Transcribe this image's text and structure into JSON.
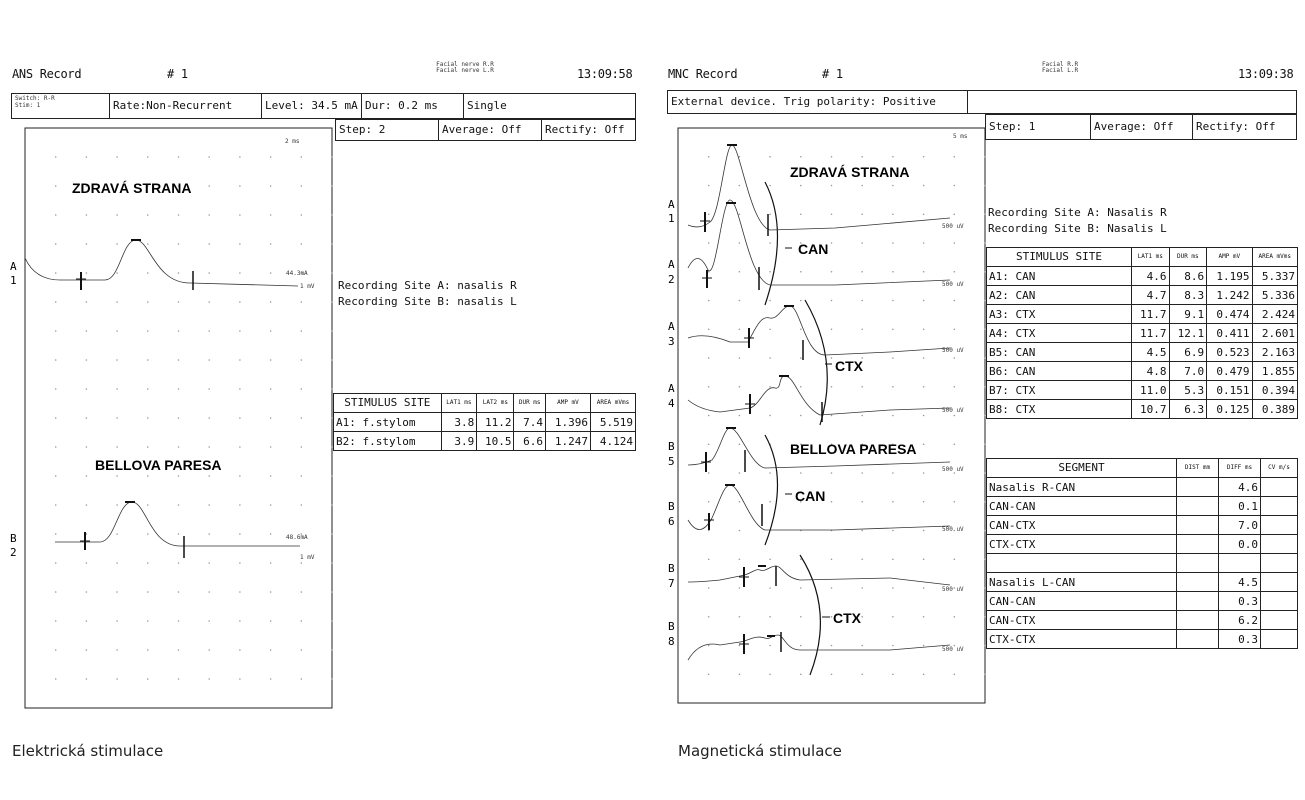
{
  "left": {
    "record_title": "ANS Record",
    "record_num": "# 1",
    "nerve_line1": "Facial nerve R.R",
    "nerve_line2": "Facial nerve L.R",
    "time": "13:09:58",
    "settings": {
      "switch_line1": "Switch: R-R",
      "switch_line2": "Stim: 1",
      "rate": "Rate:Non-Recurrent",
      "level": "Level: 34.5 mA",
      "dur": "Dur: 0.2 ms",
      "mode": "Single"
    },
    "step": "Step: 2",
    "average": "Average: Off",
    "rectify": "Rectify: Off",
    "timebase": "2 ms",
    "label_top": "ZDRAVÁ STRANA",
    "label_bottom": "BELLOVA PARESA",
    "trace_a_channel": "A",
    "trace_a_num": "1",
    "trace_a_gain1": "44.3mA",
    "trace_a_gain2": "1 mV",
    "trace_b_channel": "B",
    "trace_b_num": "2",
    "trace_b_gain1": "48.6mA",
    "trace_b_gain2": "1 mV",
    "recording_a": "Recording Site A: nasalis R",
    "recording_b": "Recording Site B: nasalis L",
    "table": {
      "headers": [
        "STIMULUS SITE",
        "LAT1 ms",
        "LAT2 ms",
        "DUR ms",
        "AMP mV",
        "AREA mVms"
      ],
      "rows": [
        [
          "A1: f.stylom",
          "3.8",
          "11.2",
          "7.4",
          "1.396",
          "5.519"
        ],
        [
          "B2: f.stylom",
          "3.9",
          "10.5",
          "6.6",
          "1.247",
          "4.124"
        ]
      ]
    },
    "caption": "Elektrická stimulace"
  },
  "right": {
    "record_title": "MNC Record",
    "record_num": "# 1",
    "nerve_line1": "Facial R.R",
    "nerve_line2": "Facial L.R",
    "time": "13:09:38",
    "settings": "External device. Trig polarity: Positive",
    "step": "Step: 1",
    "average": "Average: Off",
    "rectify": "Rectify: Off",
    "timebase": "5 ms",
    "label_top": "ZDRAVÁ STRANA",
    "label_bottom": "BELLOVA PARESA",
    "label_can": "CAN",
    "label_ctx": "CTX",
    "traces": [
      {
        "ch": "A",
        "num": "1",
        "gain": "500 uV"
      },
      {
        "ch": "A",
        "num": "2",
        "gain": "500 uV"
      },
      {
        "ch": "A",
        "num": "3",
        "gain": "500 uV"
      },
      {
        "ch": "A",
        "num": "4",
        "gain": "500 uV"
      },
      {
        "ch": "B",
        "num": "5",
        "gain": "500 uV"
      },
      {
        "ch": "B",
        "num": "6",
        "gain": "500 uV"
      },
      {
        "ch": "B",
        "num": "7",
        "gain": "500 uV"
      },
      {
        "ch": "B",
        "num": "8",
        "gain": "500 uV"
      }
    ],
    "recording_a": "Recording Site A: Nasalis R",
    "recording_b": "Recording Site B: Nasalis L",
    "table": {
      "headers": [
        "STIMULUS SITE",
        "LAT1 ms",
        "DUR ms",
        "AMP mV",
        "AREA mVms"
      ],
      "rows": [
        [
          "A1: CAN",
          "4.6",
          "8.6",
          "1.195",
          "5.337"
        ],
        [
          "A2: CAN",
          "4.7",
          "8.3",
          "1.242",
          "5.336"
        ],
        [
          "A3: CTX",
          "11.7",
          "9.1",
          "0.474",
          "2.424"
        ],
        [
          "A4: CTX",
          "11.7",
          "12.1",
          "0.411",
          "2.601"
        ],
        [
          "B5: CAN",
          "4.5",
          "6.9",
          "0.523",
          "2.163"
        ],
        [
          "B6: CAN",
          "4.8",
          "7.0",
          "0.479",
          "1.855"
        ],
        [
          "B7: CTX",
          "11.0",
          "5.3",
          "0.151",
          "0.394"
        ],
        [
          "B8: CTX",
          "10.7",
          "6.3",
          "0.125",
          "0.389"
        ]
      ]
    },
    "segment_table": {
      "headers": [
        "SEGMENT",
        "DIST mm",
        "DIFF ms",
        "CV m/s"
      ],
      "rows": [
        [
          "Nasalis R-CAN",
          "",
          "4.6",
          ""
        ],
        [
          "CAN-CAN",
          "",
          "0.1",
          ""
        ],
        [
          "CAN-CTX",
          "",
          "7.0",
          ""
        ],
        [
          "CTX-CTX",
          "",
          "0.0",
          ""
        ],
        [
          "",
          "",
          "",
          ""
        ],
        [
          "Nasalis L-CAN",
          "",
          "4.5",
          ""
        ],
        [
          "CAN-CAN",
          "",
          "0.3",
          ""
        ],
        [
          "CAN-CTX",
          "",
          "6.2",
          ""
        ],
        [
          "CTX-CTX",
          "",
          "0.3",
          ""
        ]
      ]
    },
    "caption": "Magnetická stimulace"
  },
  "chart_data": [
    {
      "type": "table",
      "title": "",
      "columns": [
        "STIMULUS SITE",
        "LAT1 ms",
        "LAT2 ms",
        "DUR ms",
        "AMP mV",
        "AREA mVms"
      ],
      "rows": [
        [
          "A1: f.stylom",
          3.8,
          11.2,
          7.4,
          1.396,
          5.519
        ],
        [
          "B2: f.stylom",
          3.9,
          10.5,
          6.6,
          1.247,
          4.124
        ]
      ]
    },
    {
      "type": "table",
      "title": "",
      "columns": [
        "STIMULUS SITE",
        "LAT1 ms",
        "DUR ms",
        "AMP mV",
        "AREA mVms"
      ],
      "rows": [
        [
          "A1: CAN",
          4.6,
          8.6,
          1.195,
          5.337
        ],
        [
          "A2: CAN",
          4.7,
          8.3,
          1.242,
          5.336
        ],
        [
          "A3: CTX",
          11.7,
          9.1,
          0.474,
          2.424
        ],
        [
          "A4: CTX",
          11.7,
          12.1,
          0.411,
          2.601
        ],
        [
          "B5: CAN",
          4.5,
          6.9,
          0.523,
          2.163
        ],
        [
          "B6: CAN",
          4.8,
          7.0,
          0.479,
          1.855
        ],
        [
          "B7: CTX",
          11.0,
          5.3,
          0.151,
          0.394
        ],
        [
          "B8: CTX",
          10.7,
          6.3,
          0.125,
          0.389
        ]
      ]
    }
  ]
}
